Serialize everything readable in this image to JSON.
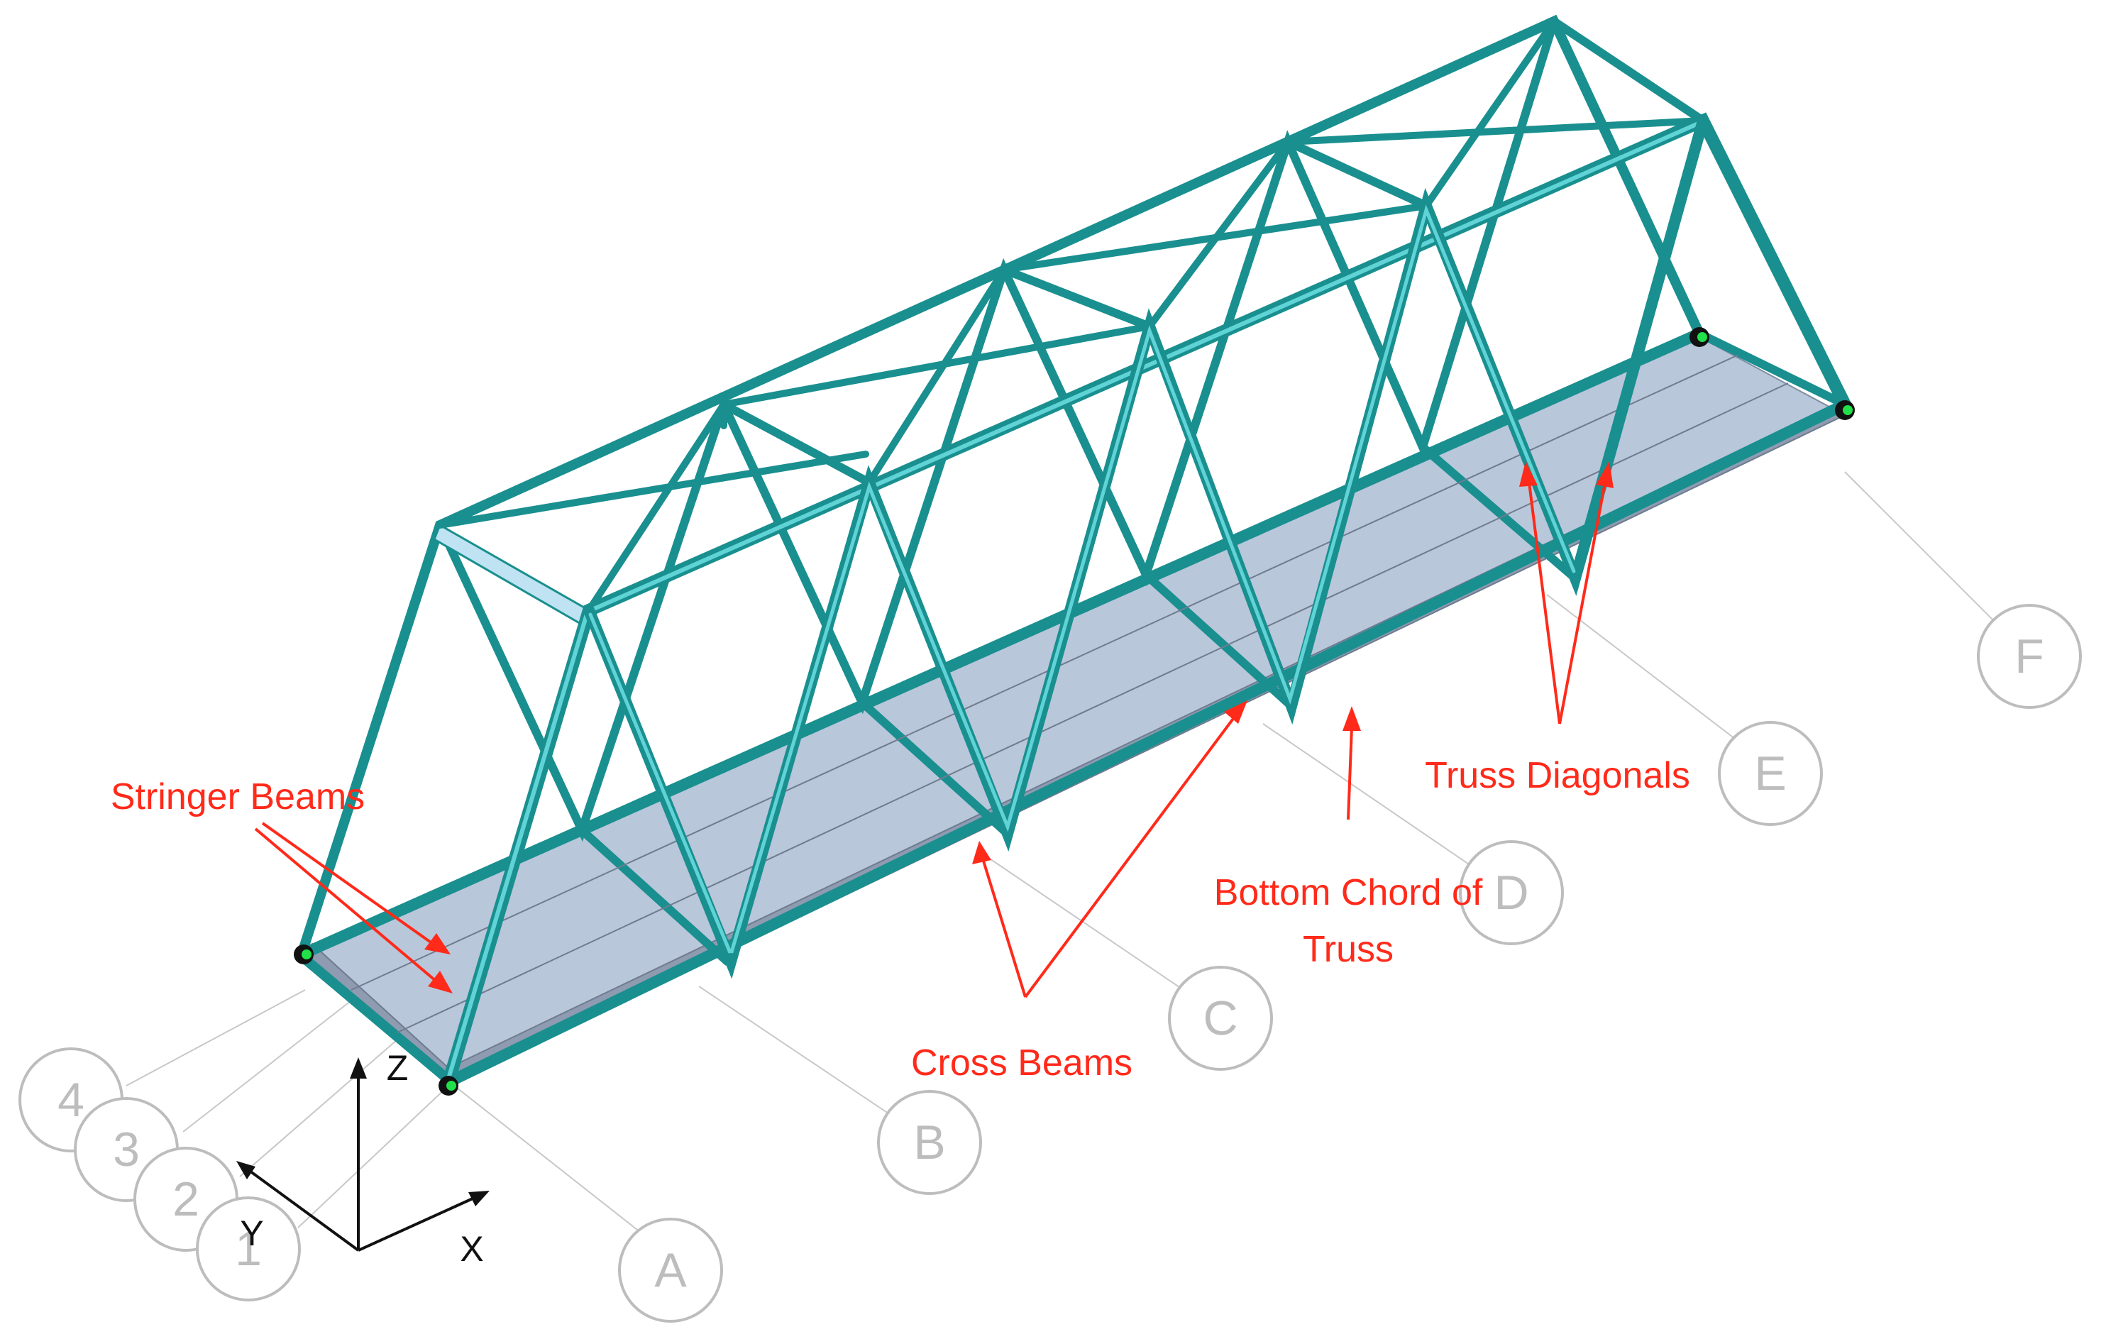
{
  "grid_bubbles_x": [
    "A",
    "B",
    "C",
    "D",
    "E",
    "F"
  ],
  "grid_bubbles_y": [
    "1",
    "2",
    "3",
    "4"
  ],
  "axes": {
    "x": "X",
    "y": "Y",
    "z": "Z"
  },
  "annotations": {
    "stringer_beams": "Stringer Beams",
    "cross_beams": "Cross Beams",
    "bottom_chord_line1": "Bottom Chord of",
    "bottom_chord_line2": "Truss",
    "truss_diagonals": "Truss Diagonals"
  },
  "colors": {
    "member": "#1a8f8f",
    "member_highlight": "#5fd3d6",
    "deck": "#b9c7da",
    "annotation": "#ff2a1a",
    "grid_bubble": "#bdbdbd",
    "support_node": "#21e04a"
  }
}
